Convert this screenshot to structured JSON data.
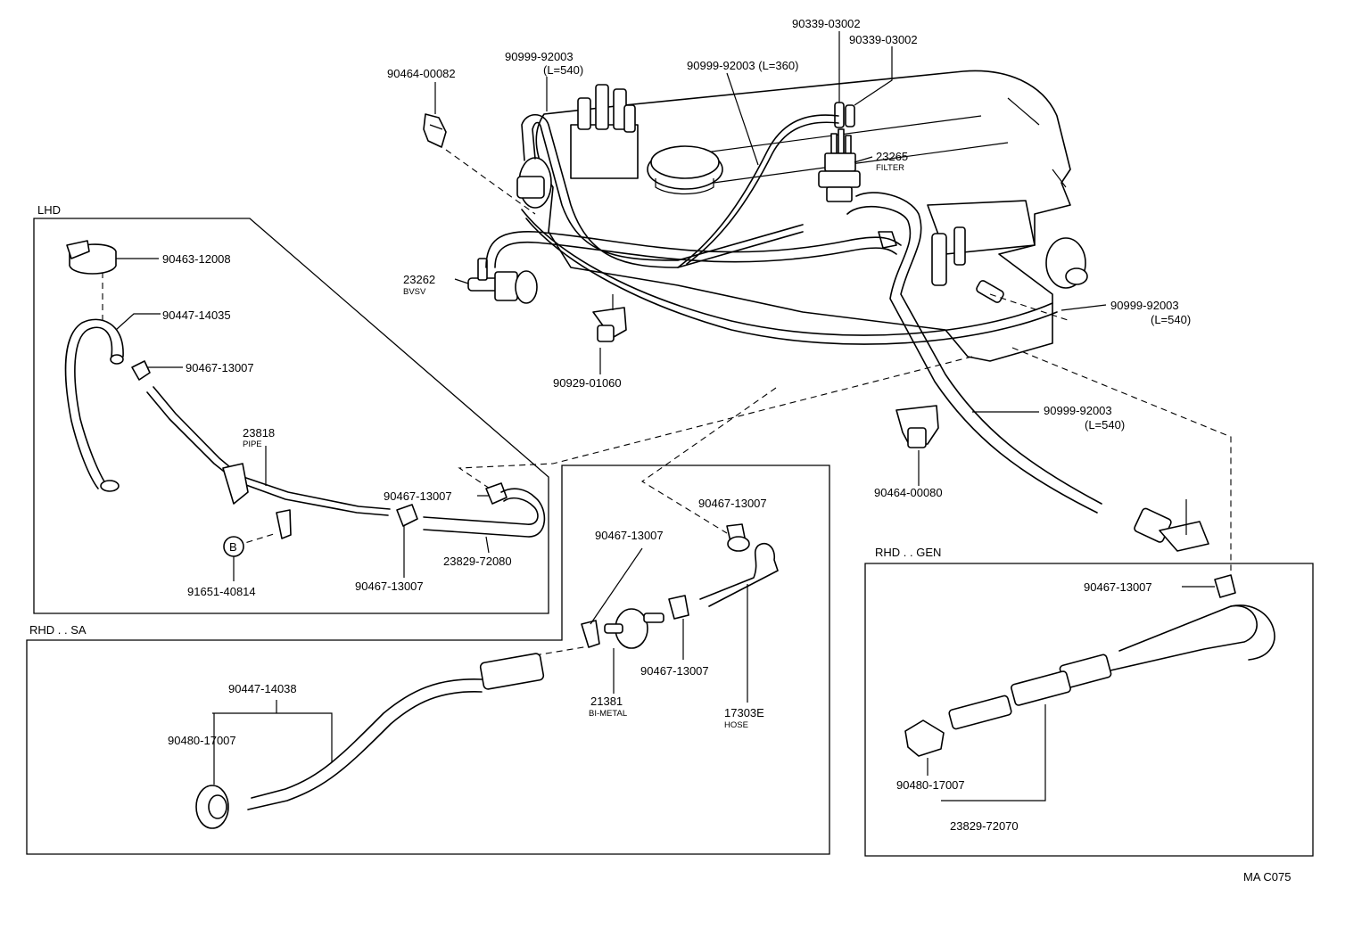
{
  "sections": {
    "lhd": "LHD",
    "rhd_sa": "RHD . . SA",
    "rhd_gen": "RHD . . GEN"
  },
  "labels": {
    "p90464_00082": "90464-00082",
    "p90999_92003_top": "90999-92003",
    "p90999_92003_top_len": "(L=540)",
    "p90999_92003_360": "90999-92003 (L=360)",
    "p90339_a": "90339-03002",
    "p90339_b": "90339-03002",
    "p23265": "23265",
    "p23265_sub": "FILTER",
    "p23262": "23262",
    "p23262_sub": "BVSV",
    "p90929": "90929-01060",
    "p90999_right": "90999-92003",
    "p90999_right_len": "(L=540)",
    "p90999_mid": "90999-92003",
    "p90999_mid_len": "(L=540)",
    "p90464_00080": "90464-00080",
    "p90463": "90463-12008",
    "p90447_14035": "90447-14035",
    "p90467_lhd_a": "90467-13007",
    "p23818": "23818",
    "p23818_sub": "PIPE",
    "p90467_lhd_b": "90467-13007",
    "p90467_lhd_c": "90467-13007",
    "p23829_72080": "23829-72080",
    "p91651": "91651-40814",
    "bolt_mark": "B",
    "p90467_sa_a": "90467-13007",
    "p90467_sa_b": "90467-13007",
    "p90467_sa_c": "90467-13007",
    "p21381": "21381",
    "p21381_sub": "BI-METAL",
    "p17303e": "17303E",
    "p17303e_sub": "HOSE",
    "p90447_14038": "90447-14038",
    "p90480_sa": "90480-17007",
    "p90467_gen": "90467-13007",
    "p90480_gen": "90480-17007",
    "p23829_72070": "23829-72070",
    "drawing_code": "MA C075"
  }
}
